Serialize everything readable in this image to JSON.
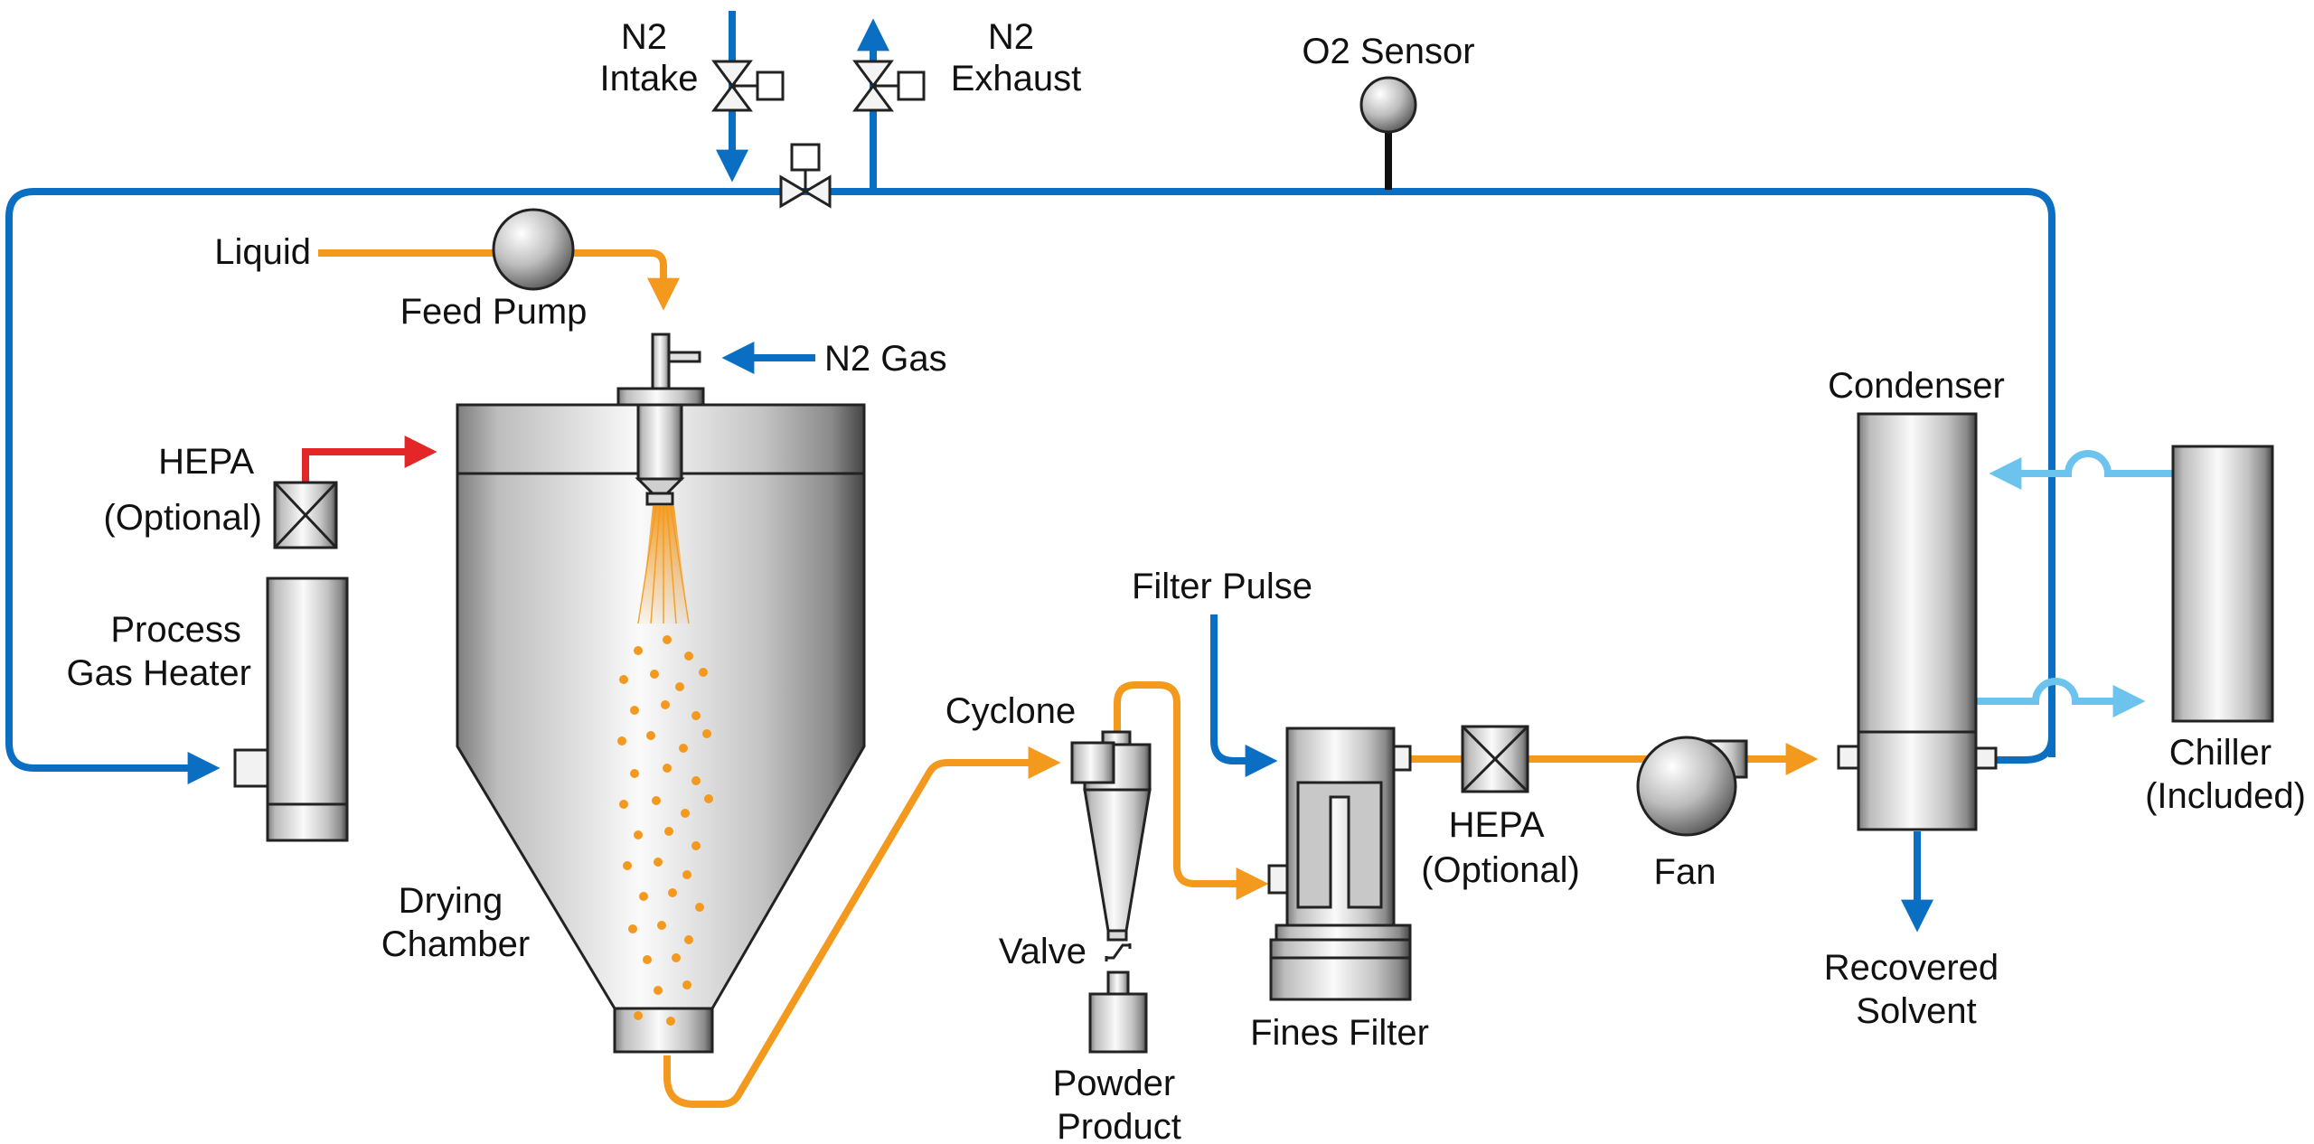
{
  "labels": {
    "n2_intake": [
      "N2",
      "Intake"
    ],
    "n2_exhaust": [
      "N2",
      "Exhaust"
    ],
    "o2_sensor": "O2 Sensor",
    "liquid": "Liquid",
    "feed_pump": "Feed Pump",
    "n2_gas": "N2 Gas",
    "hepa_inlet": [
      "HEPA",
      "(Optional)"
    ],
    "process_gas_heater": [
      "Process",
      "Gas Heater"
    ],
    "drying_chamber": [
      "Drying",
      "Chamber"
    ],
    "cyclone": "Cyclone",
    "valve": "Valve",
    "powder_product": [
      "Powder",
      "Product"
    ],
    "filter_pulse": "Filter Pulse",
    "fines_filter": "Fines Filter",
    "hepa_outlet": [
      "HEPA",
      "(Optional)"
    ],
    "fan": "Fan",
    "condenser": "Condenser",
    "recovered_solvent": [
      "Recovered",
      "Solvent"
    ],
    "chiller": [
      "Chiller",
      "(Included)"
    ]
  },
  "colors": {
    "nitrogen_line": "#0a6fc2",
    "liquid_line": "#f39a1e",
    "hot_gas_line": "#e52629",
    "coolant_line": "#6cc4ee",
    "sensor_stem": "#111111"
  },
  "icons": [
    "pump-icon",
    "valve-icon",
    "hepa-filter-icon",
    "fan-icon",
    "sensor-icon"
  ]
}
